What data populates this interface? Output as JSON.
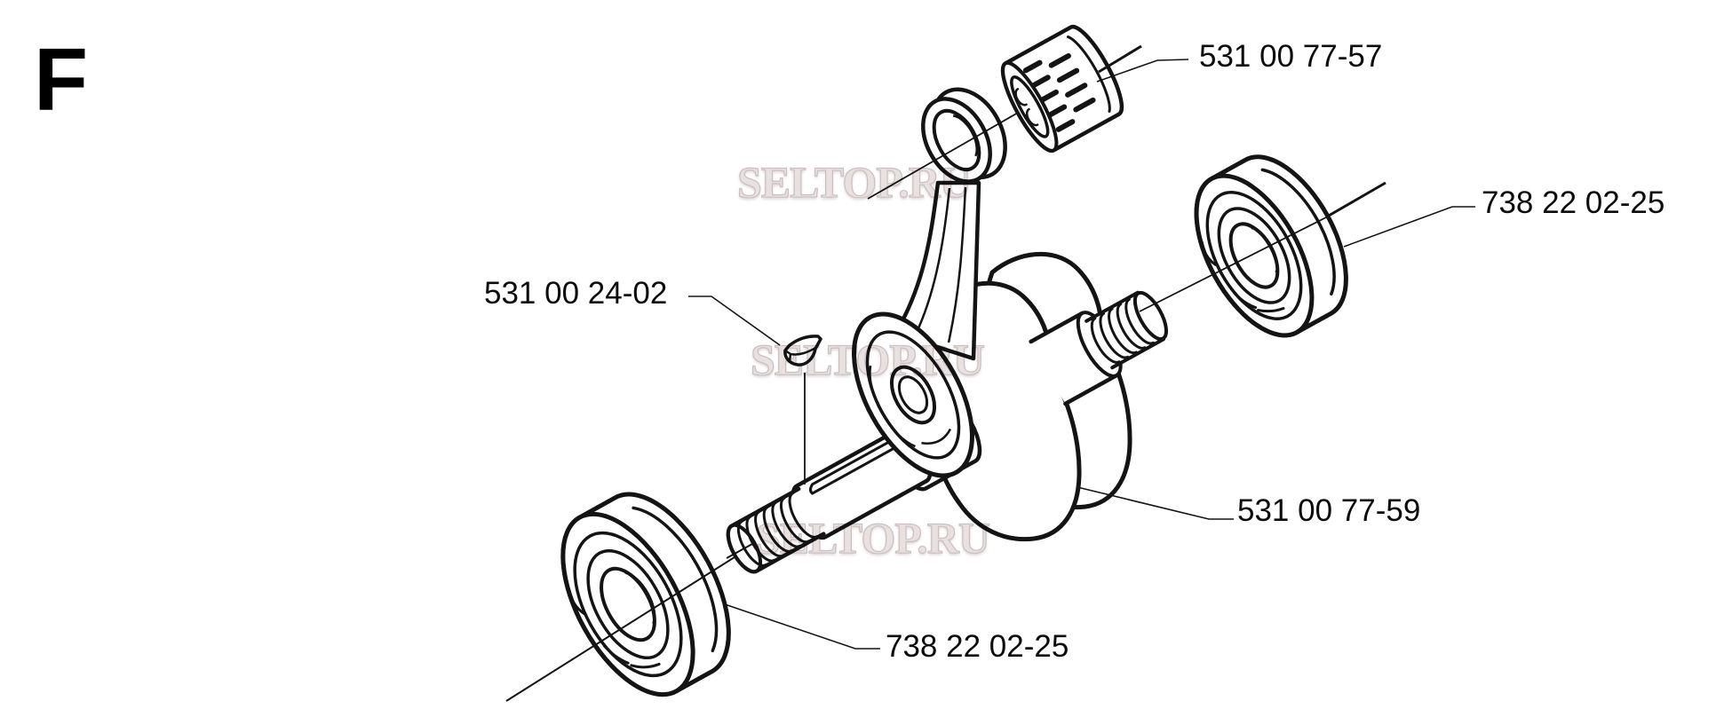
{
  "section": {
    "letter": "F"
  },
  "watermark": {
    "text": "SELTOP.RU"
  },
  "labels": {
    "needle_bearing": "531 00 77-57",
    "bearing_right": "738 22 02-25",
    "key": "531 00 24-02",
    "crankshaft": "531 00 77-59",
    "bearing_left": "738 22 02-25"
  },
  "colors": {
    "ink": "#141414",
    "paper": "#ffffff",
    "watermark": "#e9e0e0"
  }
}
